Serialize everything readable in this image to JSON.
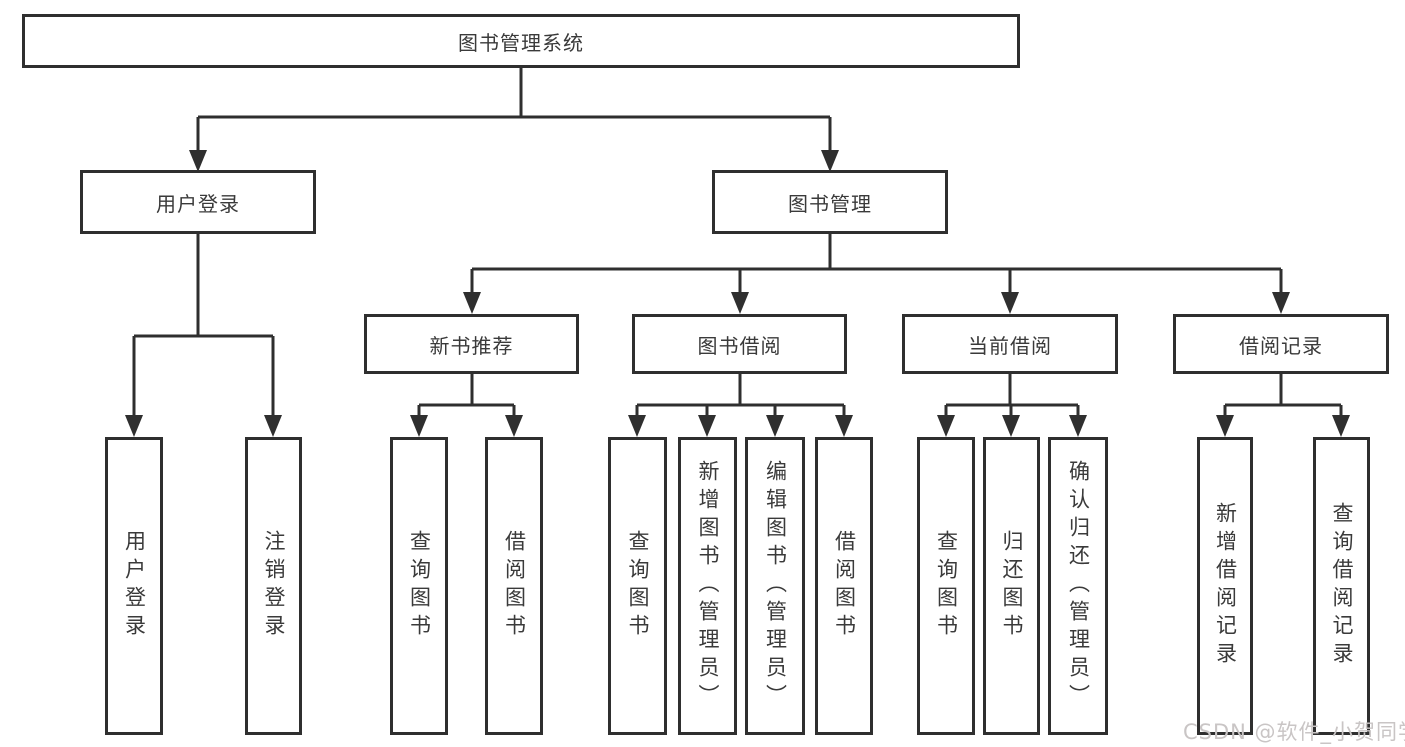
{
  "diagram": {
    "root": {
      "label": "图书管理系统"
    },
    "level1": {
      "user_login": {
        "label": "用户登录"
      },
      "book_management": {
        "label": "图书管理"
      }
    },
    "level2": {
      "new_book_recommend": {
        "label": "新书推荐"
      },
      "book_borrow": {
        "label": "图书借阅"
      },
      "current_borrow": {
        "label": "当前借阅"
      },
      "borrow_record": {
        "label": "借阅记录"
      }
    },
    "leaves": {
      "user_login": [
        "用户登录",
        "注销登录"
      ],
      "new_book_recommend": [
        "查询图书",
        "借阅图书"
      ],
      "book_borrow": [
        "查询图书",
        "新增图书（管理员）",
        "编辑图书（管理员）",
        "借阅图书"
      ],
      "current_borrow": [
        "查询图书",
        "归还图书",
        "确认归还（管理员）"
      ],
      "borrow_record": [
        "新增借阅记录",
        "查询借阅记录"
      ]
    }
  },
  "watermark": {
    "text": "CSDN @软件_小贺同学"
  },
  "colors": {
    "line": "#2f2f2f",
    "text": "#3a3a3a",
    "watermark": "#c9c5c5"
  }
}
